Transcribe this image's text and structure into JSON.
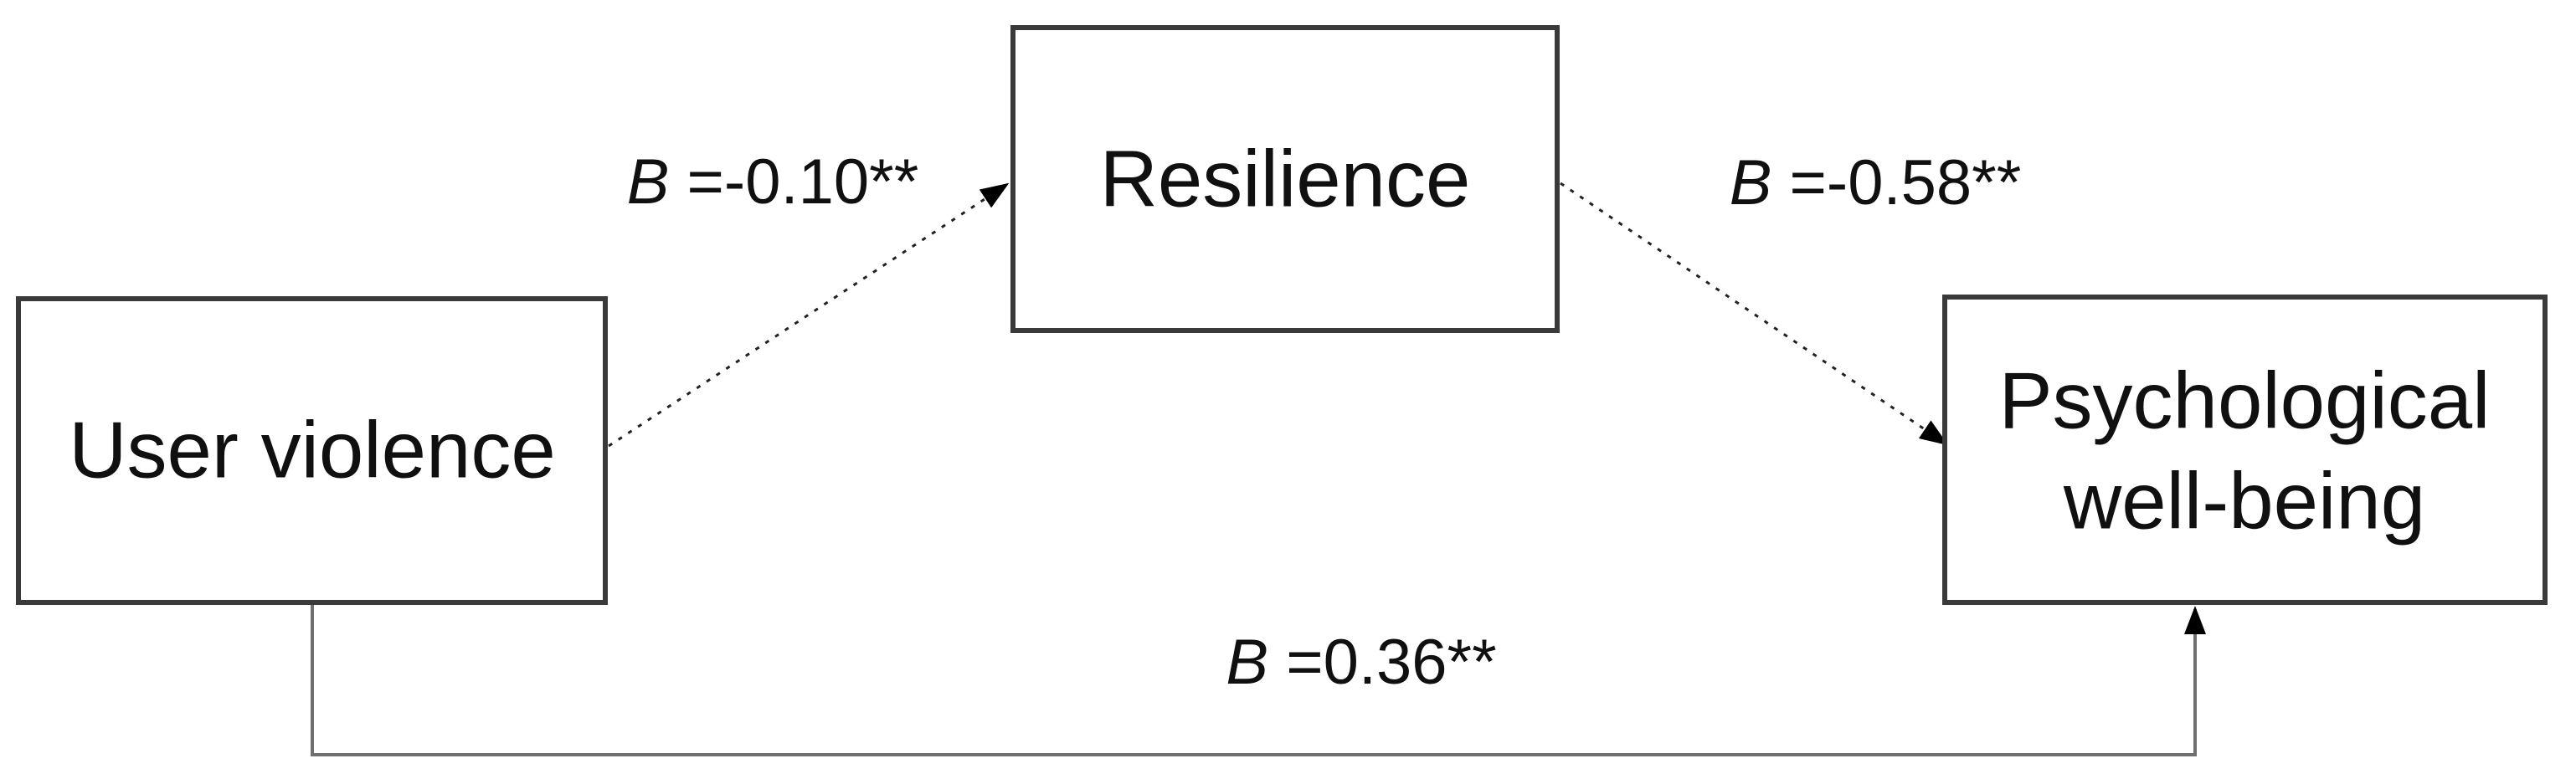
{
  "figure": {
    "type": "mediation-path-diagram",
    "background": "#ffffff",
    "nodes": {
      "predictor": {
        "label": "User violence"
      },
      "mediator": {
        "label": "Resilience"
      },
      "outcome": {
        "label_line1": "Psychological",
        "label_line2": "well-being"
      }
    },
    "paths": {
      "predictor_to_mediator": {
        "coef_symbol": "B",
        "coef_rest": "=-0.10**",
        "line_style": "dashed"
      },
      "mediator_to_outcome": {
        "coef_symbol": "B",
        "coef_rest": "=-0.58**",
        "line_style": "dashed"
      },
      "predictor_to_outcome": {
        "coef_symbol": "B",
        "coef_rest": "=0.36**",
        "line_style": "solid"
      }
    },
    "colors": {
      "box_border": "#3a3a3a",
      "text": "#101010",
      "dashed_line": "#222222",
      "solid_line": "#6f6f6f",
      "arrowhead": "#000000"
    }
  }
}
